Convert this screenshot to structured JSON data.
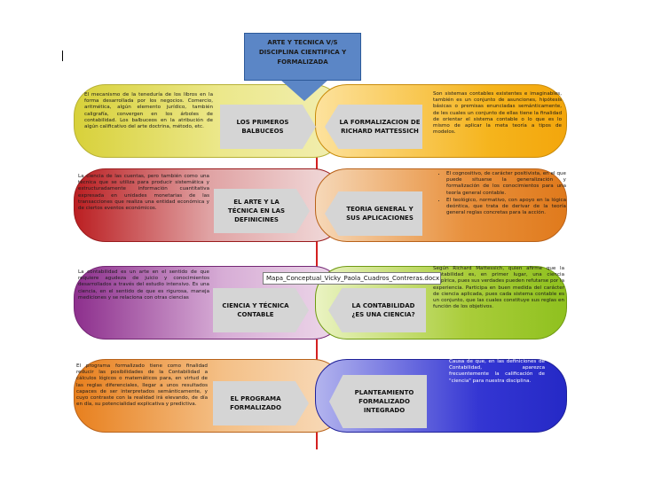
{
  "title": {
    "line1": "ARTE   Y   TECNICA V/S",
    "line2": "DISCIPLINA CIENTIFICA Y",
    "line3": "FORMALIZADA"
  },
  "caption": "Mapa_Conceptual_Vicky_Paola_Cuadros_Contreras.docx",
  "rows": [
    {
      "left_text": "El mecanismo de la teneduría de los libros en la forma desarrollada por los negocios. Comercio, aritmética, algún elemento jurídico, también caligrafía, convergen en los árboles de contabilidad. Los balbuceos en la atribución de algún calificativo del arte doctrina, método, etc.",
      "left_label_1": "LOS PRIMEROS",
      "left_label_2": "BALBUCEOS",
      "right_label_1": "LA FORMALIZACION DE",
      "right_label_2": "RICHARD MATTESSICH",
      "right_text": "Son sistemas contables existentes e imaginables, también es un conjunto de asunciones, hipótesis básicas o premisas enunciadas semánticamente, de les cuales un conjunto de ellas tiene la finalidad de orientar el sistema contable o lo que es lo mismo de aplicar la meta teoría a tipos de modelos."
    },
    {
      "left_text": "La ciencia de las cuentas, pero también como una técnica que se utiliza para producir sistemática y estructuradamente información cuantitativa expresada en unidades monetarias de las transacciones que realiza una entidad económica y de ciertos eventos económicos.",
      "left_label_1": "EL ARTE Y LA",
      "left_label_2": "TÉCNICA EN LAS",
      "left_label_3": "DEFINICINES",
      "right_label_1": "TEORIA GENERAL Y",
      "right_label_2": "SUS APLICACIONES",
      "right_bullet_1": "El cognositivo, de carácter positivista, en el que puede situarse la generalización y formalización de los conocimientos para una teoría general contable.",
      "right_bullet_2": "El teológico, normativo, con apoyo en la lógica deóntica, que trata de derivar de la teoría general reglas concretas para la acción."
    },
    {
      "left_text": "La contabilidad es un arte en el sentido de que requiere agudeza de juicio y conocimientos desarrollados a través del estudio intensivo. Es una ciencia, en el sentido de que es rigurosa, maneja mediciones y se relaciona con otras ciencias",
      "left_label_1": "CIENCIA Y TÉCNICA",
      "left_label_2": "CONTABLE",
      "right_label_1": "LA CONTABILIDAD",
      "right_label_2": "¿ES UNA CIENCIA?",
      "right_text": "Según Richard Mattessich, quien afirme que la contabilidad es, en primer lugar, una ciencia empírica, pues sus verdades pueden refutarse por la experiencia. Participa en buen medida del carácter de ciencia aplicada, pues cada sistema contable es un conjunto, que las cuales constituye sus reglas en función de los objetivos."
    },
    {
      "left_text": "El programa formalizado tiene como finalidad reducir las posibilidades de la Contabilidad a cálculos lógicos o matemáticos para, en virtud de las reglas diferenciales, llegar a unos resultados capaces de ser interpretados semánticamente, y cuyo contraste con la realidad irá elevando, de día en día, su potencialidad explicativa y predictiva.",
      "left_label_1": "EL PROGRAMA",
      "left_label_2": "FORMALIZADO",
      "right_label_1": "PLANTEAMIENTO",
      "right_label_2": "FORMALIZADO",
      "right_label_3": "INTEGRADO",
      "right_text": "Causa de que, en las definiciones de Contabilidad, aparezca frecuentemente la calificación de \"ciencia\" para nuestra disciplina."
    }
  ]
}
